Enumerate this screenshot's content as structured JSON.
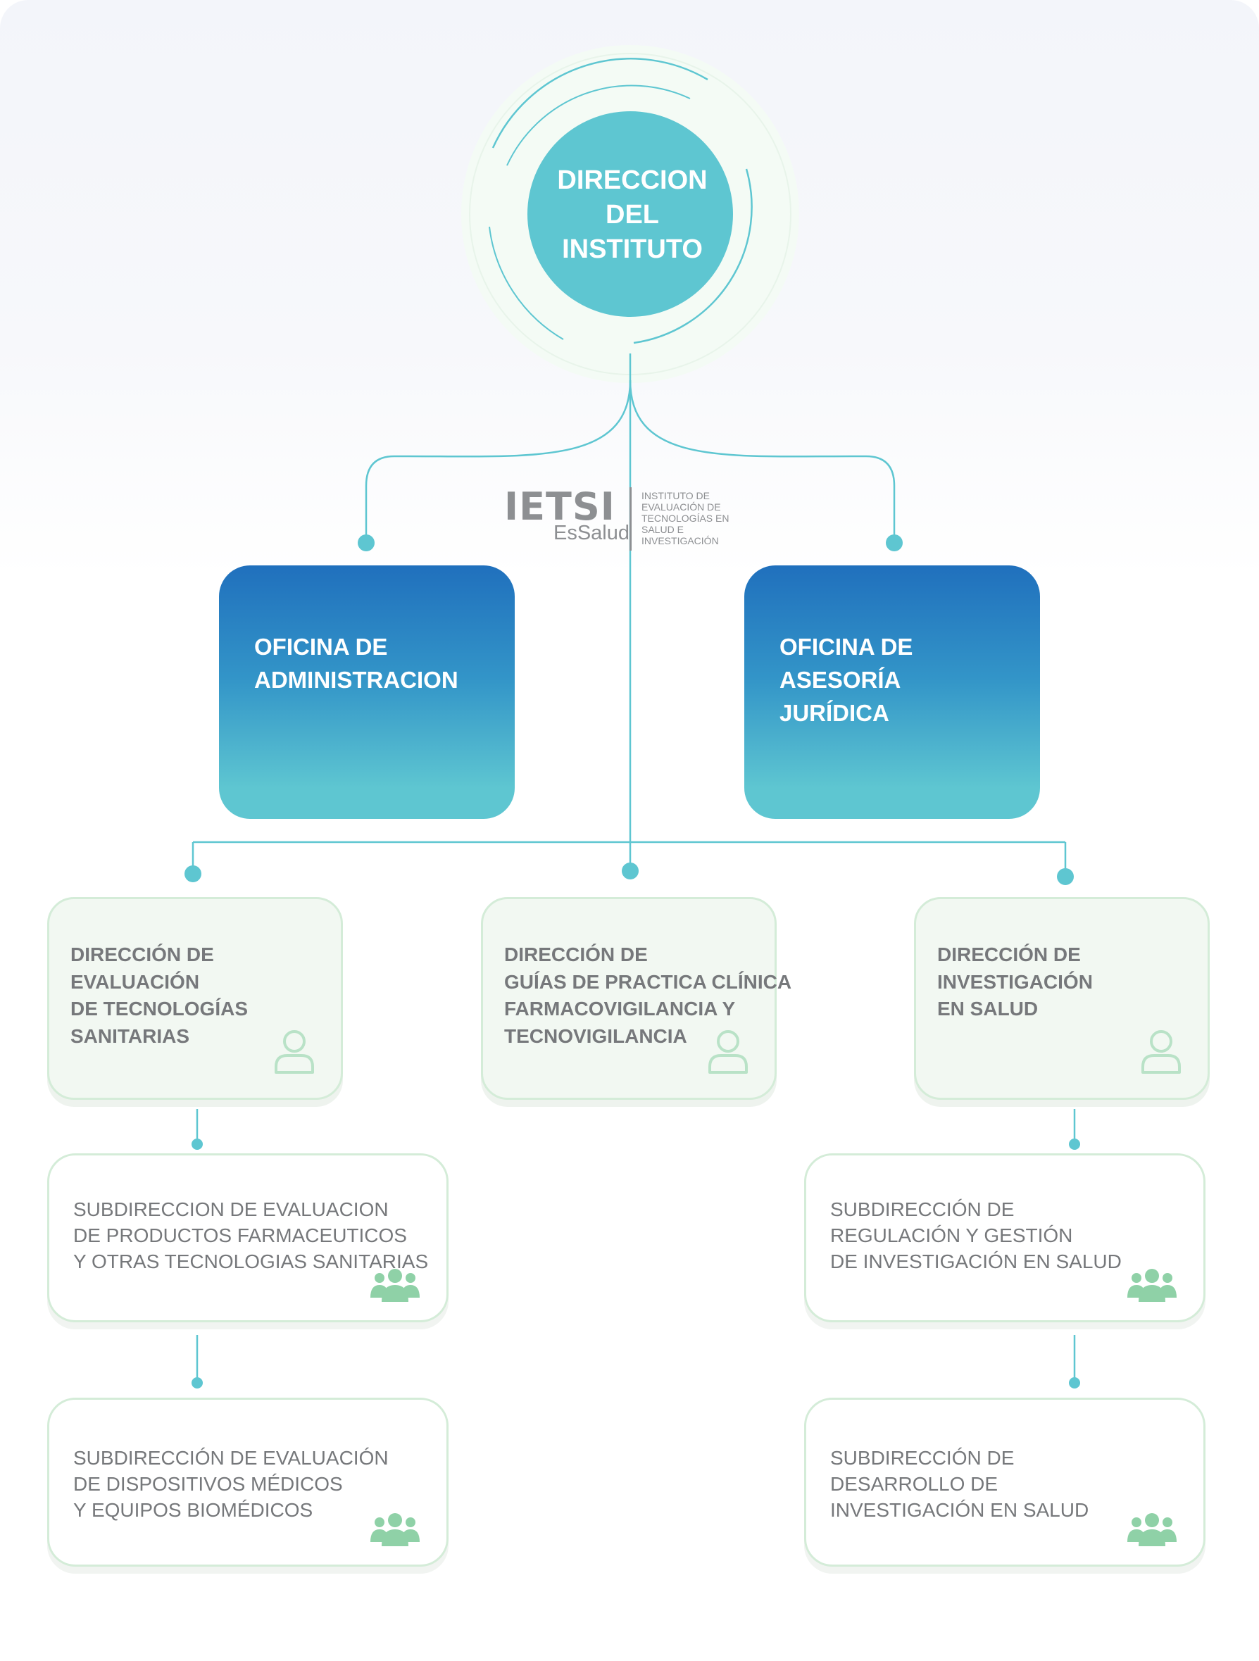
{
  "root": {
    "lines": [
      "DIRECCION",
      "DEL",
      "INSTITUTO"
    ]
  },
  "logo": {
    "name": "IETSI",
    "sub": "EsSalud",
    "desc_lines": [
      "INSTITUTO DE",
      "EVALUACIÓN DE",
      "TECNOLOGÍAS EN",
      "SALUD E",
      "INVESTIGACIÓN"
    ]
  },
  "offices": {
    "admin": {
      "lines": [
        "OFICINA DE",
        "ADMINISTRACION"
      ]
    },
    "legal": {
      "lines": [
        "OFICINA DE",
        "ASESORÍA",
        "JURÍDICA"
      ]
    }
  },
  "directorates": {
    "dets": {
      "lines": [
        "DIRECCIÓN DE",
        "EVALUACIÓN",
        "DE TECNOLOGÍAS",
        "SANITARIAS"
      ],
      "icon": "user-icon"
    },
    "dgpc": {
      "lines": [
        "DIRECCIÓN DE",
        "GUÍAS DE PRACTICA CLÍNICA",
        "FARMACOVIGILANCIA Y",
        "TECNOVIGILANCIA"
      ],
      "icon": "user-icon"
    },
    "dis": {
      "lines": [
        "DIRECCIÓN DE",
        "INVESTIGACIÓN",
        "EN SALUD"
      ],
      "icon": "user-icon"
    }
  },
  "subdirectorates": {
    "productos": {
      "lines": [
        "SUBDIRECCION DE EVALUACION",
        "DE PRODUCTOS FARMACEUTICOS",
        "Y OTRAS TECNOLOGIAS SANITARIAS"
      ],
      "icon": "group-icon"
    },
    "dispositivos": {
      "lines": [
        "SUBDIRECCIÓN DE EVALUACIÓN",
        "DE DISPOSITIVOS MÉDICOS",
        "Y EQUIPOS BIOMÉDICOS"
      ],
      "icon": "group-icon"
    },
    "regulacion": {
      "lines": [
        "SUBDIRECCIÓN DE",
        "REGULACIÓN Y GESTIÓN",
        "DE INVESTIGACIÓN EN  SALUD"
      ],
      "icon": "group-icon"
    },
    "desarrollo": {
      "lines": [
        "SUBDIRECCIÓN DE",
        "DESARROLLO DE",
        "INVESTIGACIÓN EN SALUD"
      ],
      "icon": "group-icon"
    }
  },
  "colors": {
    "connector": "#5ec6d1",
    "root_fill": "#5ec6d1",
    "office_top": "#2070bd",
    "office_bottom": "#5ec6d1",
    "card_border": "#d4ecd8",
    "card_fill": "#f2f8f2",
    "text_gray": "#76787b",
    "icon_green": "#8fd1a7"
  }
}
